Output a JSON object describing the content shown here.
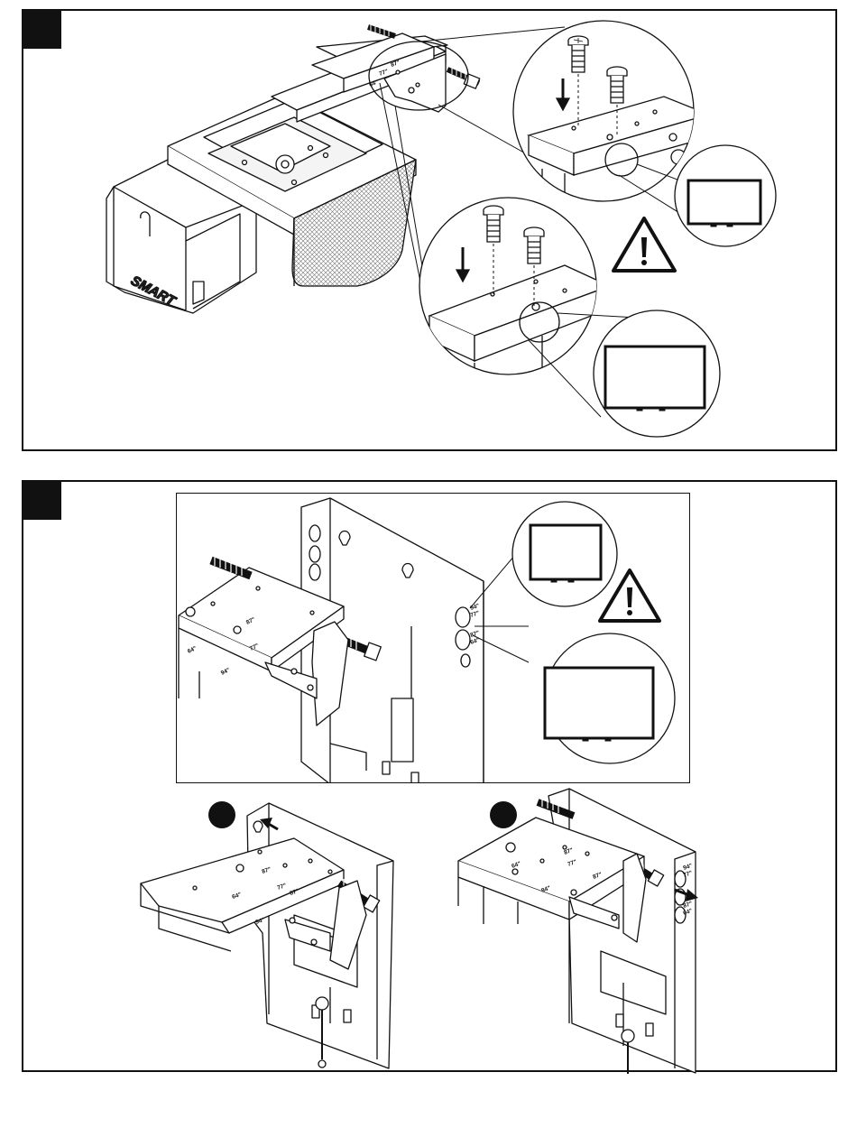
{
  "diagram": {
    "logo_text": "SMART",
    "size_labels": {
      "s64": "64\"",
      "s77": "77\"",
      "s87": "87\"",
      "s94": "94\""
    }
  }
}
